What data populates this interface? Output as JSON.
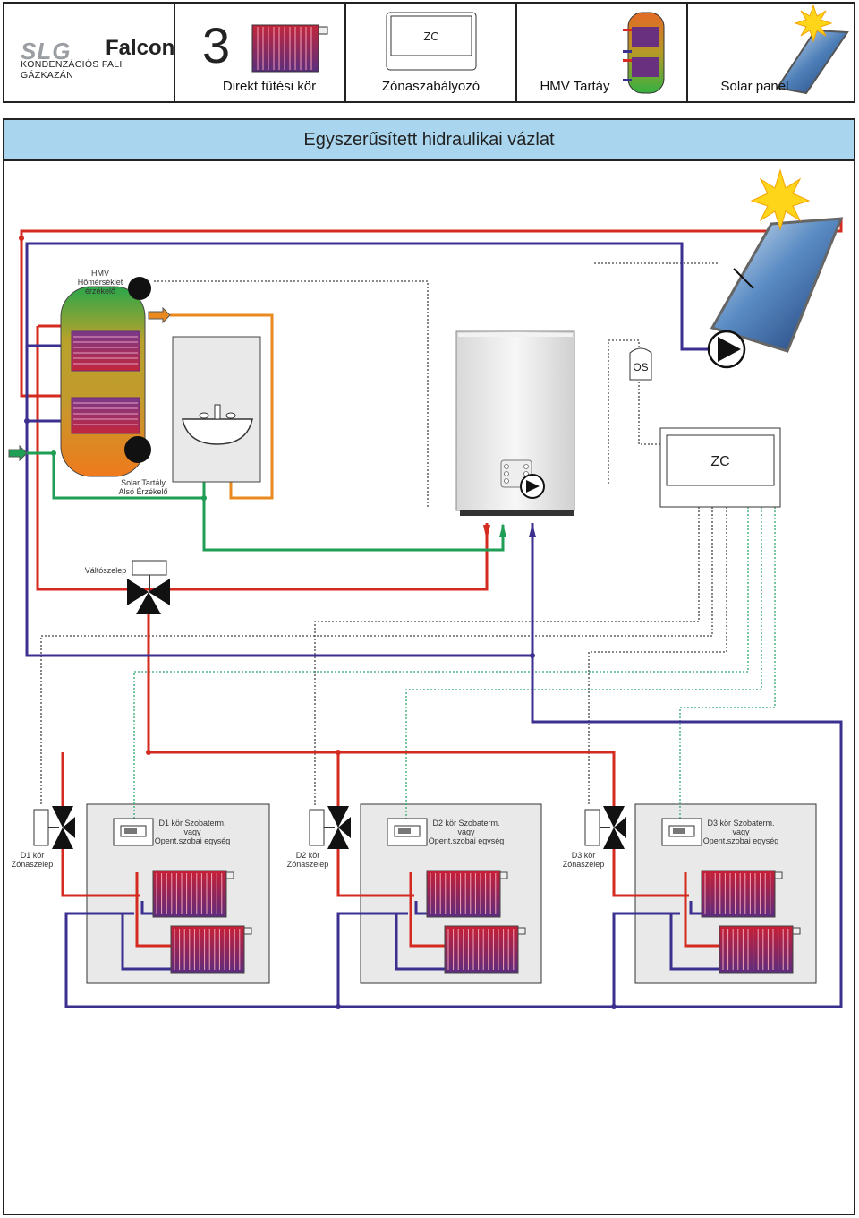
{
  "header": {
    "logo": {
      "brand": "SLG",
      "product": "Falcon",
      "subtitle": "KONDENZÁCIÓS FALI GÁZKAZÁN"
    },
    "scheme_number": "3",
    "items": [
      {
        "label": "Direkt fűtési kör"
      },
      {
        "label": "Zónaszabályozó",
        "box_text": "ZC"
      },
      {
        "label": "HMV Tartáy"
      },
      {
        "label": "Solar panel"
      }
    ]
  },
  "title": "Egyszerűsített hidraulikai vázlat",
  "diagram": {
    "hmv_sensor_label": [
      "HMV",
      "Hőmérséklet",
      "érzékelő"
    ],
    "solar_sensor_label": [
      "Solar Tartály",
      "Alsó Érzékelő"
    ],
    "valve_label": "Váltószelep",
    "os_label": "OS",
    "zc_label": "ZC",
    "zones": [
      {
        "valve_label": [
          "D1 kör",
          "Zónaszelep"
        ],
        "room_label": [
          "D1 kör Szobaterm.",
          "vagy",
          "Opent.szobai egység"
        ]
      },
      {
        "valve_label": [
          "D2 kör",
          "Zónaszelep"
        ],
        "room_label": [
          "D2 kör Szobaterm.",
          "vagy",
          "Opent.szobai egység"
        ]
      },
      {
        "valve_label": [
          "D3 kör",
          "Zónaszelep"
        ],
        "room_label": [
          "D3 kör Szobaterm.",
          "vagy",
          "Opent.szobai egység"
        ]
      }
    ],
    "colors": {
      "flow": "#d42a1f",
      "return": "#3b2f8f",
      "dhw": "#ea8a1e",
      "cold": "#1f9e55",
      "signal": "#444444",
      "zone_signal": "#2fa870",
      "panel_bg": "#e9e9e9"
    }
  }
}
